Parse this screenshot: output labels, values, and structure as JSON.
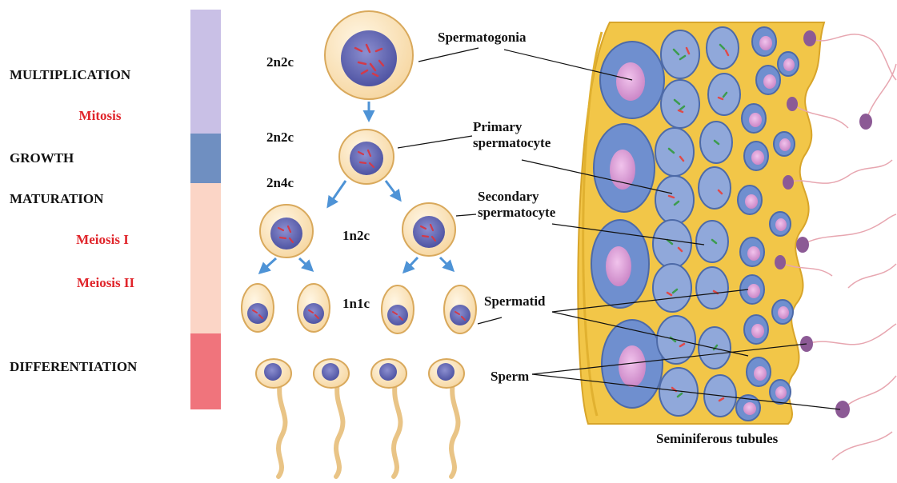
{
  "phases": {
    "multiplication": "MULTIPLICATION",
    "mitosis": "Mitosis",
    "growth": "GROWTH",
    "maturation": "MATURATION",
    "meiosis1": "Meiosis I",
    "meiosis2": "Meiosis II",
    "differentiation": "DIFFERENTIATION"
  },
  "phase_bar_colors": {
    "multiplication": "#c9c0e6",
    "growth": "#6f8fc1",
    "maturation": "#fbd5c6",
    "differentiation": "#f0747c"
  },
  "ploidy": {
    "spermatogonia": "2n2c",
    "primary": "2n2c",
    "after_s_phase": "2n4c",
    "secondary": "1n2c",
    "spermatid": "1n1c"
  },
  "labels": {
    "spermatogonia": "Spermatogonia",
    "primary_line1": "Primary",
    "primary_line2": "spermatocyte",
    "secondary_line1": "Secondary",
    "secondary_line2": "spermatocyte",
    "spermatid": "Spermatid",
    "sperm": "Sperm",
    "tubules": "Seminiferous tubules"
  },
  "colors": {
    "cell_fill": "#fbe9c9",
    "cell_stroke": "#d9a95c",
    "nucleus": "#5f66b0",
    "chromatin": "#d23a4a",
    "arrow": "#4e93d6",
    "tubule_wall": "#f2c648",
    "tubule_cell": "#6f8fcf",
    "tubule_nucleus": "#d48fce",
    "tail": "#e9c486"
  }
}
